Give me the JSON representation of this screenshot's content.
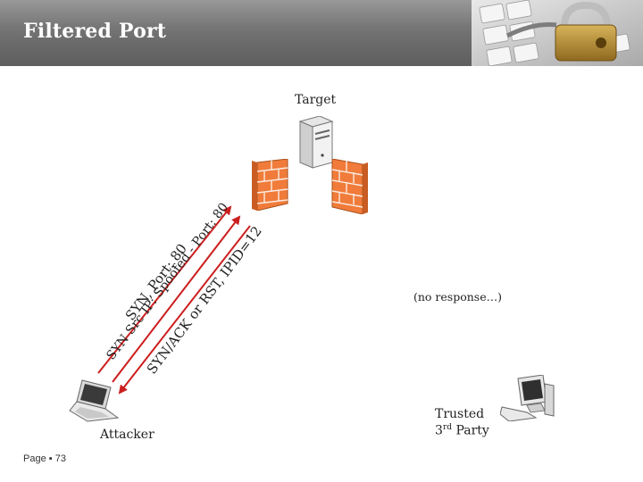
{
  "slide": {
    "title": "Filtered Port",
    "page_label": "Page ",
    "page_number": "73"
  },
  "nodes": {
    "target": "Target",
    "attacker": "Attacker",
    "trusted_line1": "Trusted",
    "trusted_line2_pre": "3",
    "trusted_line2_sup": "rd",
    "trusted_line2_post": " Party"
  },
  "arrows": {
    "syn_port": "SYN, Port: 80",
    "syn_spoofed": "SYN Src IP: Spoofed - Port: 80",
    "synack": "SYN/ACK or RST, IPID=12",
    "no_response": "(no response…)"
  },
  "colors": {
    "arrow": "#cc1f1f",
    "firewall": "#f07b3a",
    "header": "#707070"
  }
}
